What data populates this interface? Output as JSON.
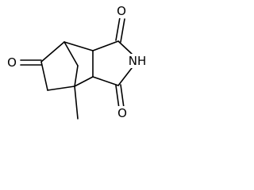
{
  "molecule": {
    "atoms": {
      "oxygen_top_right": "O",
      "nitrogen_hydrogen": "NH",
      "oxygen_bottom_right": "O",
      "oxygen_ketone_left": "O"
    }
  }
}
